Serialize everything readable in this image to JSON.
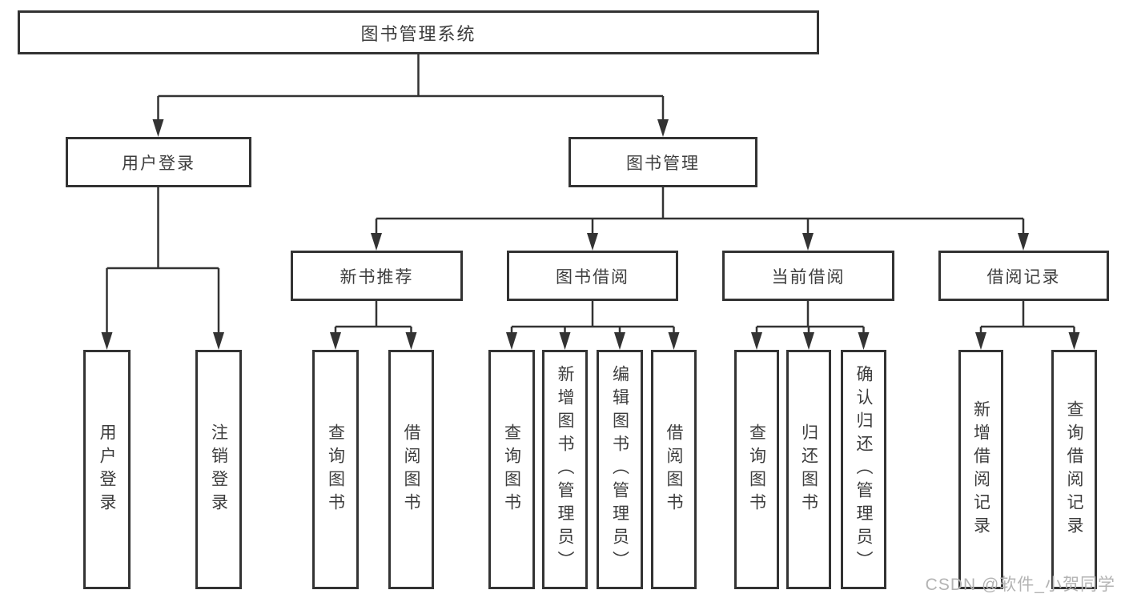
{
  "watermark": "CSDN @软件_小贺同学",
  "colors": {
    "line": "#333333",
    "text": "#3d3d3d",
    "watermark": "#b3b3b3",
    "background": "#ffffff"
  },
  "tree": {
    "root": {
      "label": "图书管理系统"
    },
    "branches": [
      {
        "label": "用户登录",
        "children": [
          {
            "label": "用户登录"
          },
          {
            "label": "注销登录"
          }
        ]
      },
      {
        "label": "图书管理",
        "children": [
          {
            "label": "新书推荐",
            "children": [
              {
                "label": "查询图书"
              },
              {
                "label": "借阅图书"
              }
            ]
          },
          {
            "label": "图书借阅",
            "children": [
              {
                "label": "查询图书"
              },
              {
                "label": "新增图书（管理员）"
              },
              {
                "label": "编辑图书（管理员）"
              },
              {
                "label": "借阅图书"
              }
            ]
          },
          {
            "label": "当前借阅",
            "children": [
              {
                "label": "查询图书"
              },
              {
                "label": "归还图书"
              },
              {
                "label": "确认归还（管理员）"
              }
            ]
          },
          {
            "label": "借阅记录",
            "children": [
              {
                "label": "新增借阅记录"
              },
              {
                "label": "查询借阅记录"
              }
            ]
          }
        ]
      }
    ]
  }
}
